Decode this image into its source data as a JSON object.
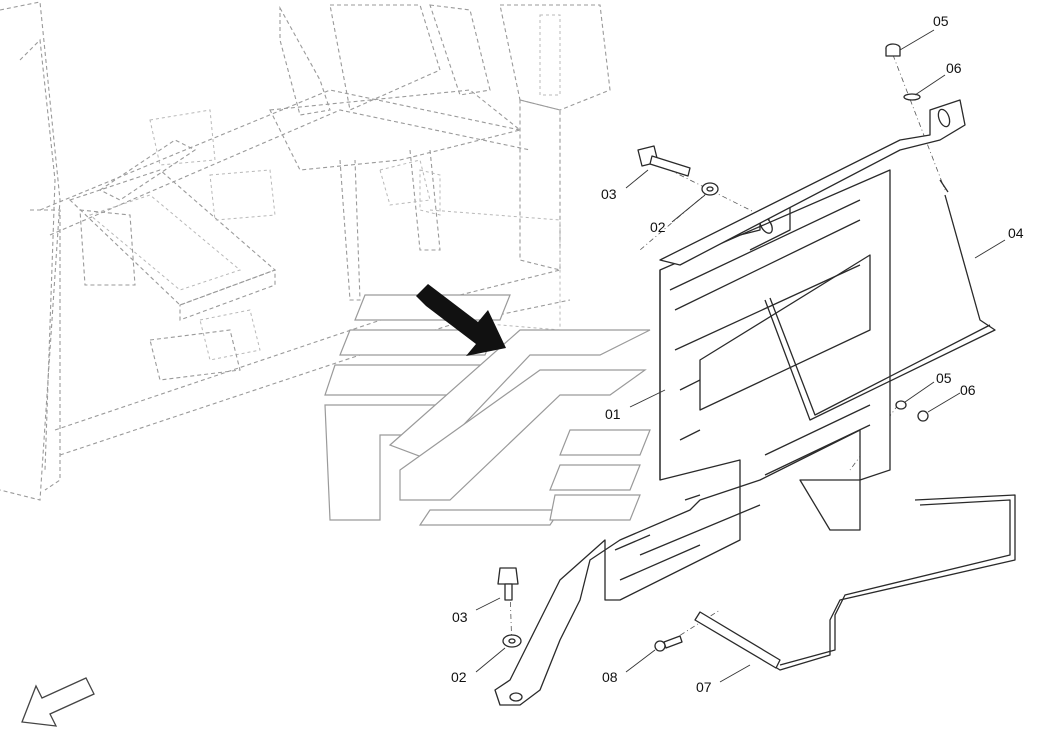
{
  "callouts": [
    {
      "id": "c05a",
      "label": "05"
    },
    {
      "id": "c06a",
      "label": "06"
    },
    {
      "id": "c03a",
      "label": "03"
    },
    {
      "id": "c02a",
      "label": "02"
    },
    {
      "id": "c04",
      "label": "04"
    },
    {
      "id": "c01",
      "label": "01"
    },
    {
      "id": "c05b",
      "label": "05"
    },
    {
      "id": "c06b",
      "label": "06"
    },
    {
      "id": "c03b",
      "label": "03"
    },
    {
      "id": "c02b",
      "label": "02"
    },
    {
      "id": "c08",
      "label": "08"
    },
    {
      "id": "c07",
      "label": "07"
    }
  ],
  "colors": {
    "line": "#2a2a2a",
    "frame": "#9a9a9a",
    "background": "#ffffff"
  },
  "icons": {
    "direction_arrow": "arrow-icon",
    "front_indicator": "front-arrow-icon"
  }
}
